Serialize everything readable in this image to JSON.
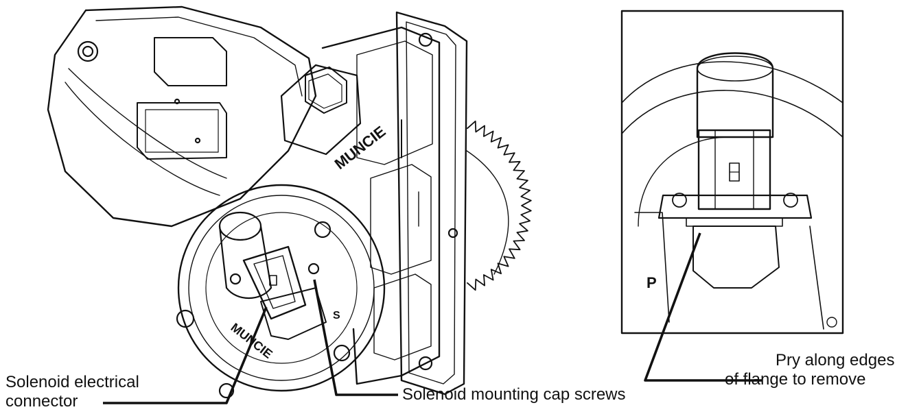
{
  "callouts": {
    "solenoid_connector_line1": "Solenoid electrical",
    "solenoid_connector_line2": "connector",
    "mounting_cap_screws": "Solenoid mounting cap screws",
    "pry_line1": "Pry along edges",
    "pry_line2": "of flange to remove"
  },
  "part_markings": {
    "brand_body": "MUNCIE",
    "brand_cap": "MUNCIE",
    "terminal_s": "S",
    "terminal_p": "P"
  },
  "colors": {
    "line": "#111111",
    "background": "#ffffff"
  }
}
